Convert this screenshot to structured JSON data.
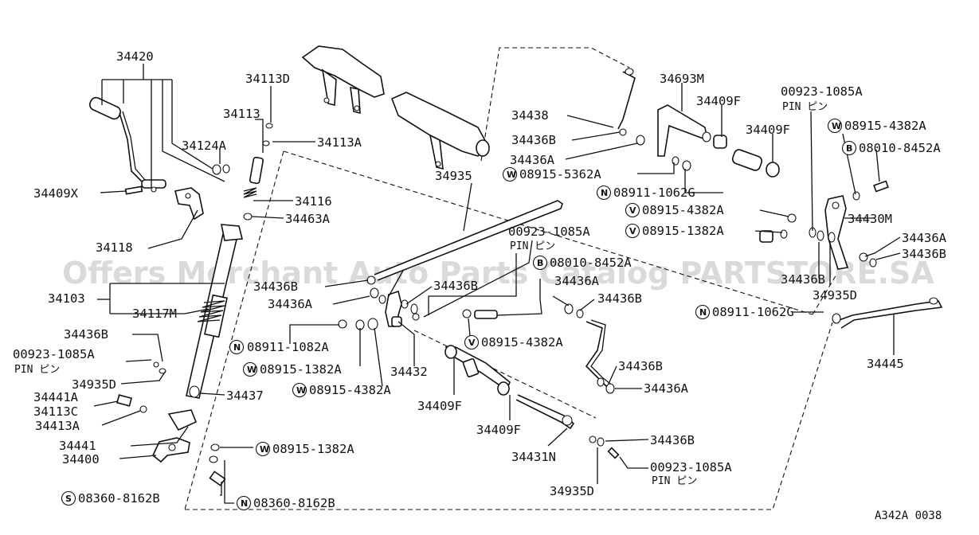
{
  "diagram": {
    "reference_code": "A342A 0038",
    "watermark": "Offers Merchant Auto Parts Catalog PARTSTORE.SA",
    "pin_text": "PIN ピン",
    "labels": {
      "p34420": "34420",
      "p34113D": "34113D",
      "p34113": "34113",
      "p34113A": "34113A",
      "p34124A": "34124A",
      "p34116": "34116",
      "p34463A": "34463A",
      "p34409X": "34409X",
      "p34118": "34118",
      "p34103": "34103",
      "p34117M": "34117M",
      "p34436B_left": "34436B",
      "p00923_left": "00923-1085A",
      "p34935D_left": "34935D",
      "p34441A": "34441A",
      "p34113C": "34113C",
      "p34413A": "34413A",
      "p34437": "34437",
      "p34441": "34441",
      "p34400": "34400",
      "p08915_1382A_bottom": "08915-1382A",
      "p08360_S": "08360-8162B",
      "p08360_N": "08360-8162B",
      "p34438": "34438",
      "p34436B_top": "34436B",
      "p34436A_top": "34436A",
      "p08915_5362A": "08915-5362A",
      "p08911_1062G_top": "08911-1062G",
      "p34935": "34935",
      "p34693M": "34693M",
      "p34409F_top": "34409F",
      "p34409F_top2": "34409F",
      "p00923_topright": "00923-1085A",
      "p08915_4382A_topright": "08915-4382A",
      "p08010_8452A_topright": "08010-8452A",
      "p08915_4382A_mid": "08915-4382A",
      "p08915_1382A_mid": "08915-1382A",
      "p34430M": "34430M",
      "p34436A_right": "34436A",
      "p34436B_right": "34436B",
      "p00923_center": "00923-1085A",
      "p08010_8452A_center": "08010-8452A",
      "p34436B_c1": "34436B",
      "p34436A_c1": "34436A",
      "p34436B_c2": "34436B",
      "p34436A_c2": "34436A",
      "p34436B_c3": "34436B",
      "p34436B_c4": "34436B",
      "p34935D_right": "34935D",
      "p08911_1062G_right": "08911-1062G",
      "p08911_1082A": "08911-1082A",
      "p08915_1382A_c": "08915-1382A",
      "p08915_4382A_c": "08915-4382A",
      "p34432": "34432",
      "p08915_4382A_c2": "08915-4382A",
      "p34409F_bottom": "34409F",
      "p34409F_bottom2": "34409F",
      "p34436B_bottom": "34436B",
      "p34436A_bottom": "34436A",
      "p34431N": "34431N",
      "p34436B_low": "34436B",
      "p00923_bottom": "00923-1085A",
      "p34935D_bottom": "34935D",
      "p34445": "34445"
    },
    "prefixes": {
      "W": "W",
      "N": "N",
      "V": "V",
      "B": "B",
      "S": "S"
    }
  }
}
